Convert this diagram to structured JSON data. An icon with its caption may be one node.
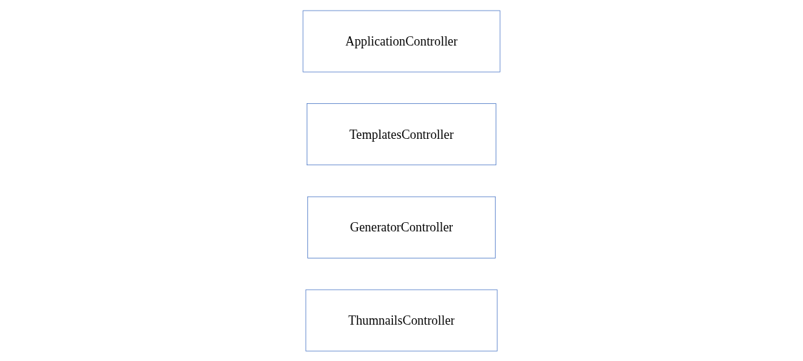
{
  "diagram": {
    "nodes": [
      {
        "text": [
          "ApplicationController"
        ]
      },
      {
        "text": [
          "TemplatesController"
        ]
      },
      {
        "text": [
          "GeneratorController"
        ]
      },
      {
        "text": [
          "ThumnailsController"
        ]
      }
    ],
    "edges": []
  }
}
